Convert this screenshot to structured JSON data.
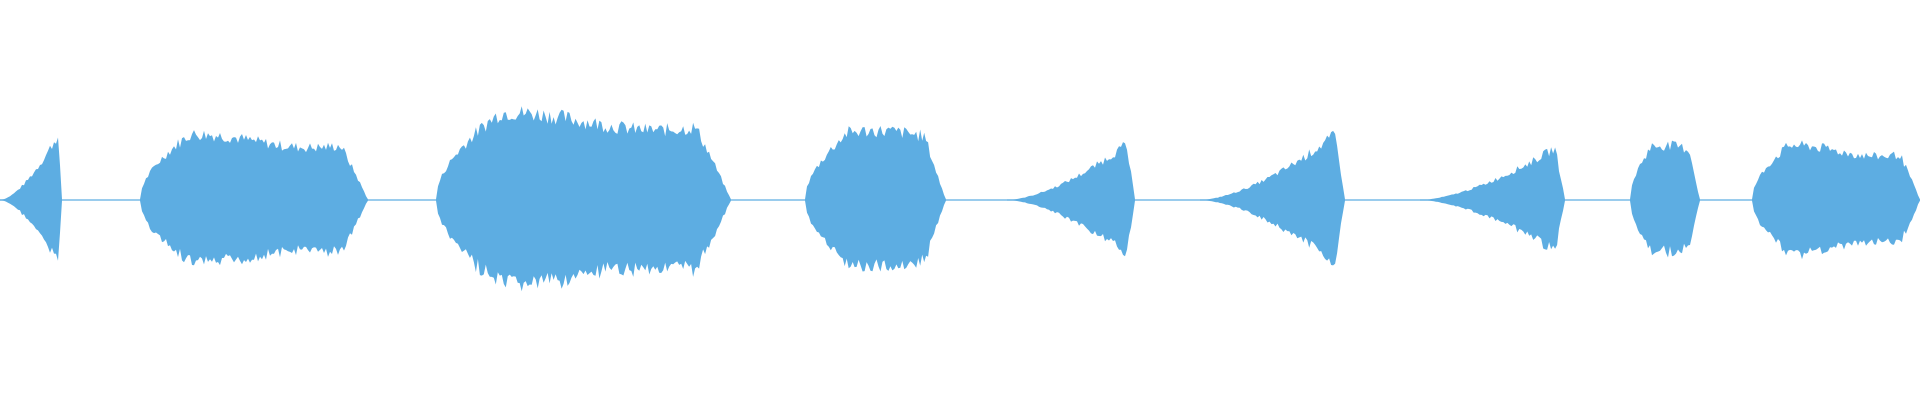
{
  "waveform": {
    "color": "#5dade2",
    "silence_line": true,
    "segments": [
      {
        "shape": "rise",
        "peak": 0.2
      },
      {
        "shape": "plateau",
        "peak": 0.18
      },
      {
        "shape": "plateau",
        "peak": 0.24
      },
      {
        "shape": "bump",
        "peak": 0.19
      },
      {
        "shape": "rise",
        "peak": 0.17
      },
      {
        "shape": "rise",
        "peak": 0.2
      },
      {
        "shape": "rise",
        "peak": 0.16
      },
      {
        "shape": "bump",
        "peak": 0.15
      },
      {
        "shape": "plateau",
        "peak": 0.15
      }
    ]
  }
}
